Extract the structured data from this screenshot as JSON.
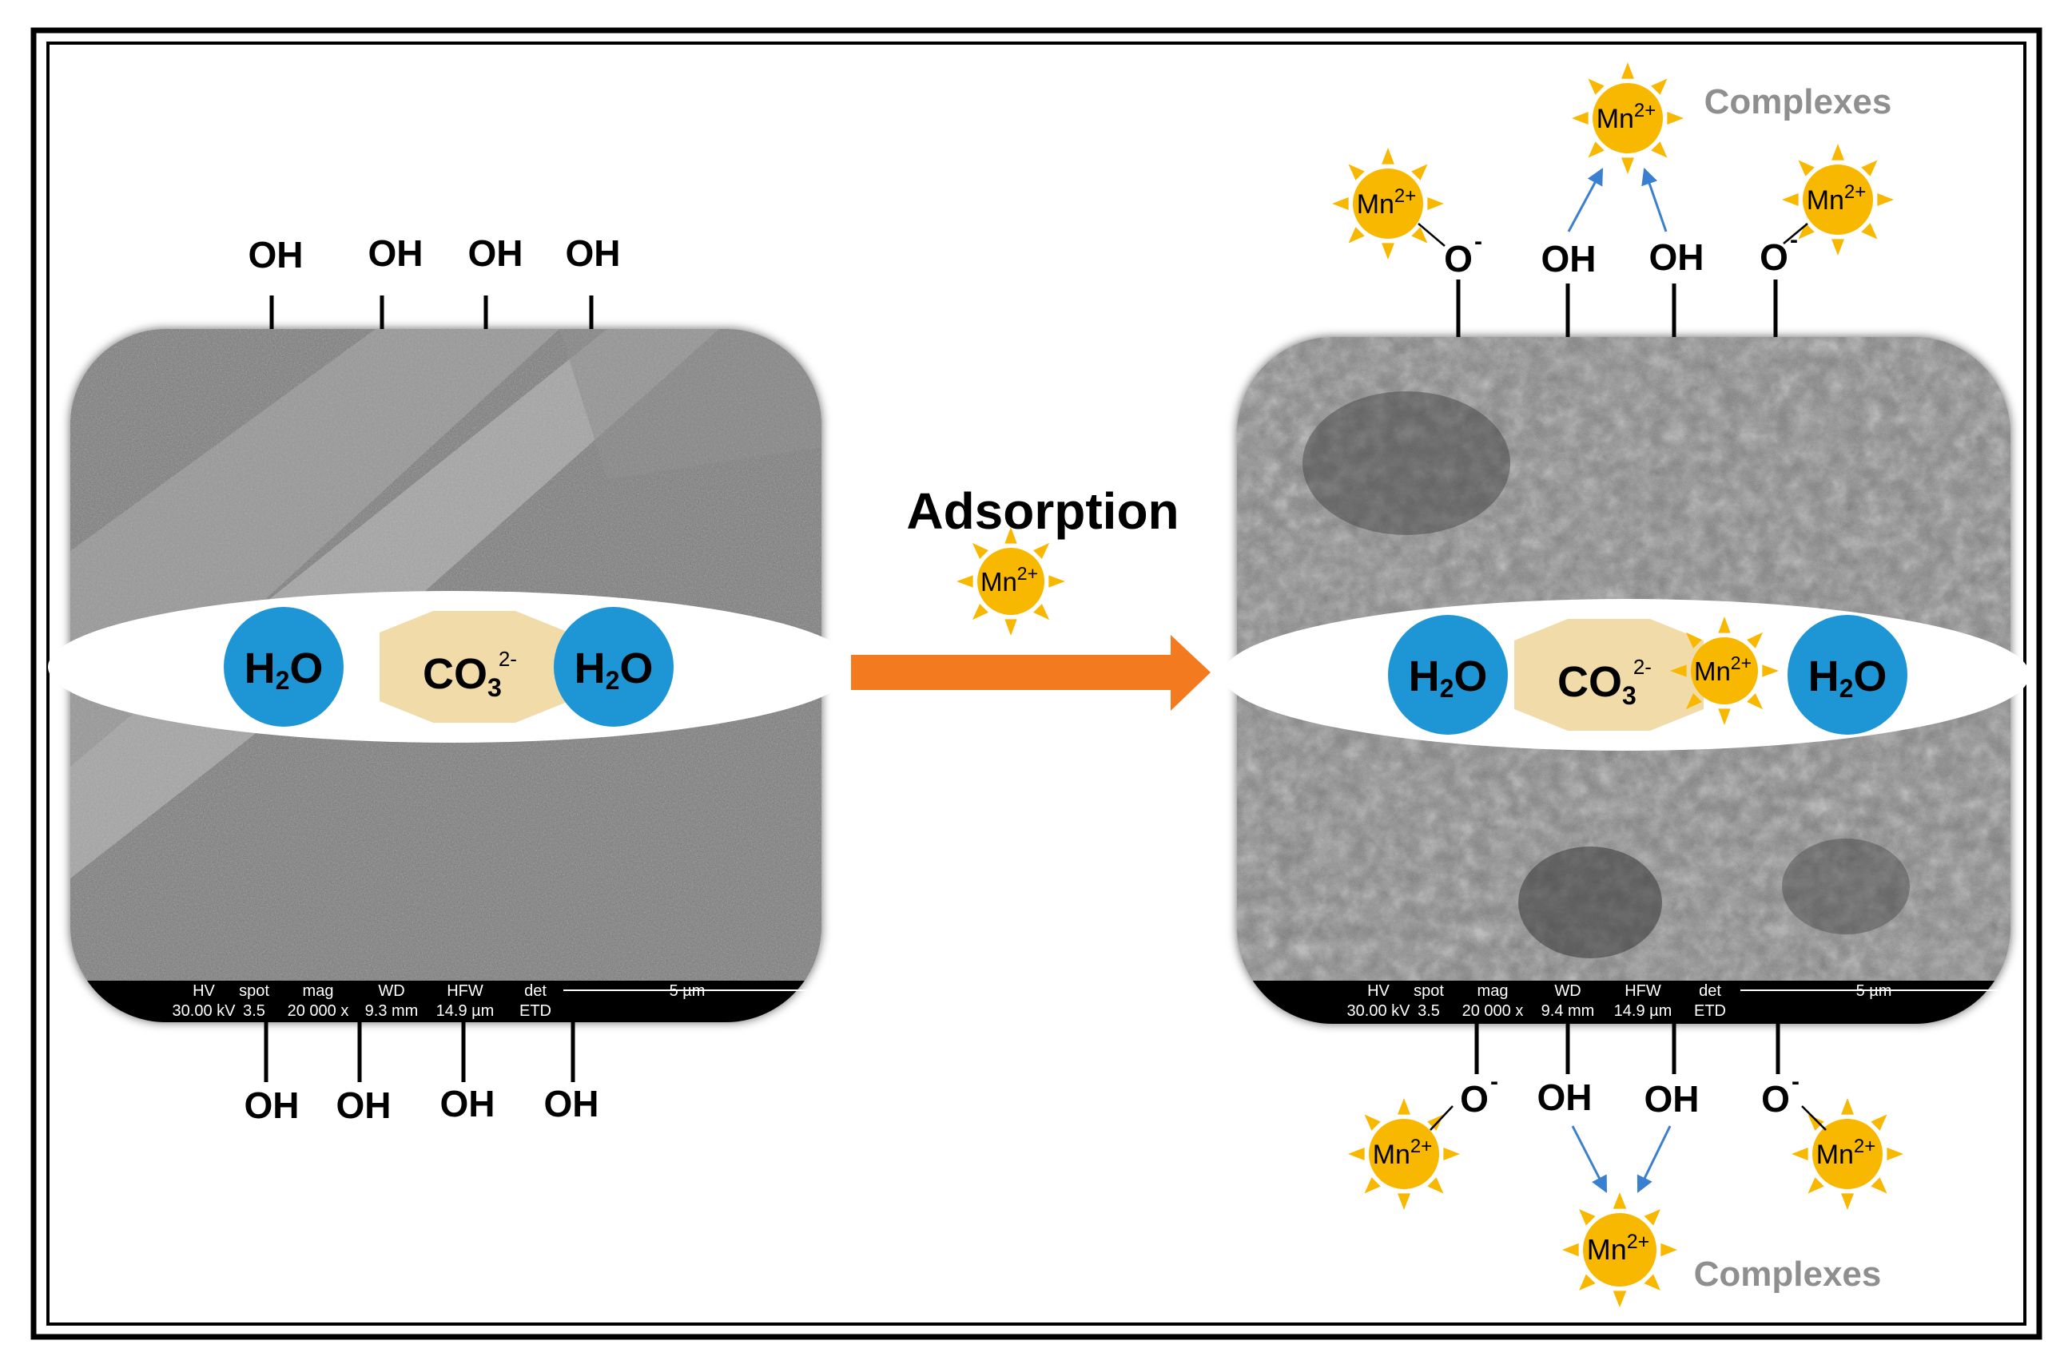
{
  "labels": {
    "oh": "OH",
    "o": "O",
    "minus": "-",
    "h": "H",
    "two": "2",
    "o_atom": "O",
    "co": "CO",
    "three": "3",
    "charge_2minus": "2-",
    "mn": "Mn",
    "charge_2plus": "2+",
    "adsorption": "Adsorption",
    "complexes_top": "Complexes",
    "complexes_bottom": "Complexes"
  },
  "sem_left": {
    "headers": [
      "HV",
      "spot",
      "mag",
      "WD",
      "HFW",
      "det"
    ],
    "values": [
      "30.00 kV",
      "3.5",
      "20 000 x",
      "9.3 mm",
      "14.9 µm",
      "ETD"
    ],
    "scale": "5 µm"
  },
  "sem_right": {
    "headers": [
      "HV",
      "spot",
      "mag",
      "WD",
      "HFW",
      "det"
    ],
    "values": [
      "30.00 kV",
      "3.5",
      "20 000 x",
      "9.4 mm",
      "14.9 µm",
      "ETD"
    ],
    "scale": "5 µm"
  },
  "colors": {
    "water": "#1e96d6",
    "carbonate": "#f0dba9",
    "manganese": "#f8b800",
    "arrow": "#f47a20",
    "complex_arrow": "#3b7fd0",
    "complexes_text": "#8f8f8f"
  }
}
